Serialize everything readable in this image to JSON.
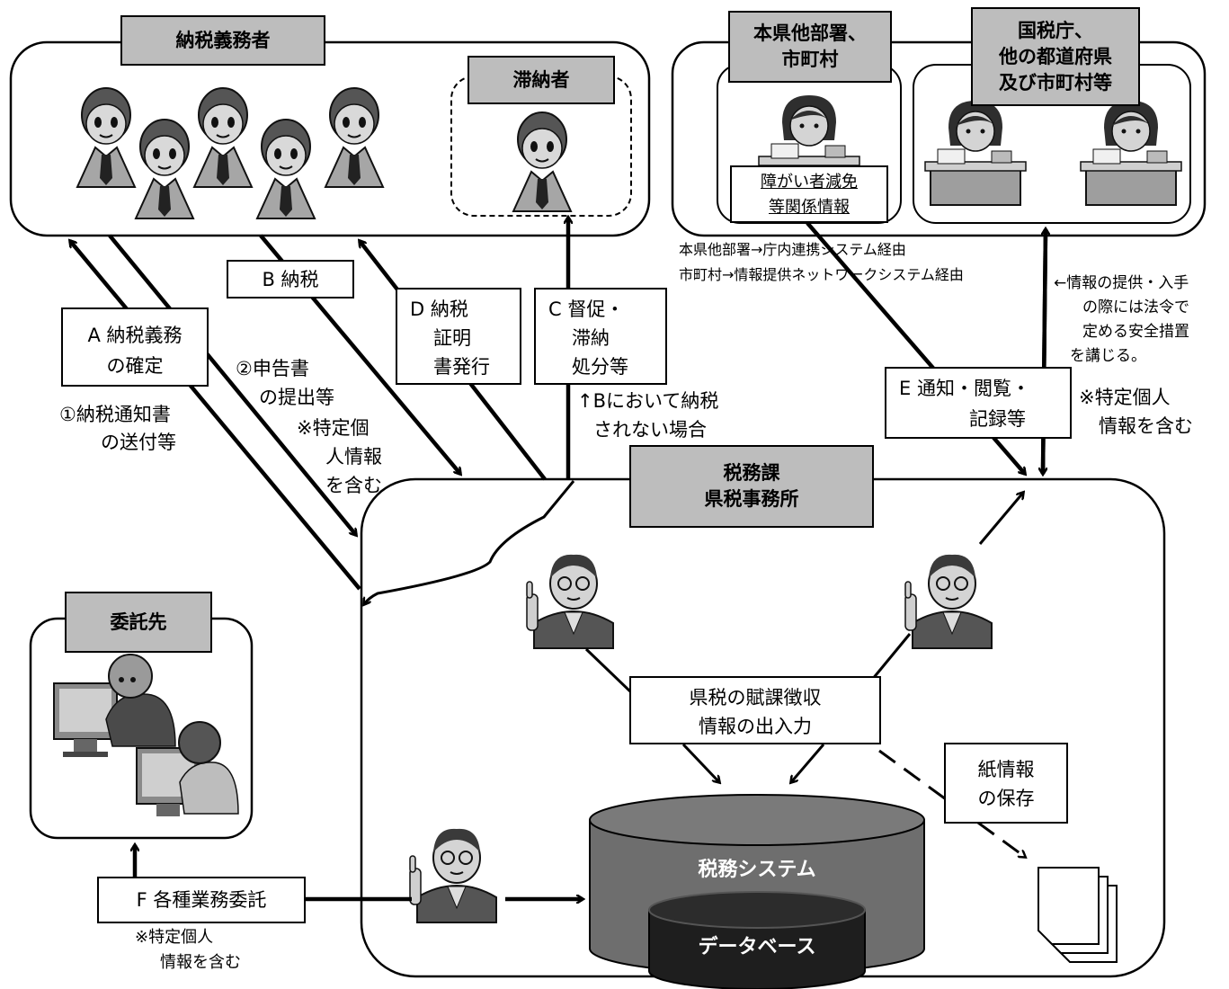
{
  "groups": {
    "taxpayers": "納税義務者",
    "delinquent": "滞納者",
    "other_depts_1": "本県他部署、",
    "other_depts_2": "市町村",
    "nta_1": "国税庁、",
    "nta_2": "他の都道府県",
    "nta_3": "及び市町村等",
    "tax_office_1": "税務課",
    "tax_office_2": "県税事務所",
    "contractor": "委託先"
  },
  "disability_info": {
    "line1": "障がい者減免",
    "line2": "等関係情報"
  },
  "boxes": {
    "a_1": "A 納税義務",
    "a_2": "の確定",
    "b": "B 納税",
    "c_1": "C 督促・",
    "c_2": "滞納",
    "c_3": "処分等",
    "d_1": "D 納税",
    "d_2": "証明",
    "d_3": "書発行",
    "e_1": "E 通知・閲覧・",
    "e_2": "記録等",
    "f": "F 各種業務委託",
    "io_1": "県税の賦課徴収",
    "io_2": "情報の出入力",
    "paper_1": "紙情報",
    "paper_2": "の保存"
  },
  "notes": {
    "notice_1": "①納税通知書",
    "notice_2": "の送付等",
    "declare_1": "②申告書",
    "declare_2": "の提出等",
    "declare_3": "※特定個",
    "declare_4": "人情報",
    "declare_5": "を含む",
    "unpaid_1": "↑Bにおいて納税",
    "unpaid_2": "されない場合",
    "route_1": "本県他部署→庁内連携システム経由",
    "route_2": "市町村→情報提供ネットワークシステム経由",
    "safety_1": "←情報の提供・入手",
    "safety_2": "の際には法令で",
    "safety_3": "定める安全措置",
    "safety_4": "を講じる。",
    "e_personal_1": "※特定個人",
    "e_personal_2": "情報を含む",
    "f_personal_1": "※特定個人",
    "f_personal_2": "情報を含む"
  },
  "system": {
    "tax_system": "税務システム",
    "database": "データベース"
  },
  "colors": {
    "tag_fill": "#bdbdbd",
    "system_fill": "#6e6e6e",
    "database_fill": "#1e1e1e"
  }
}
